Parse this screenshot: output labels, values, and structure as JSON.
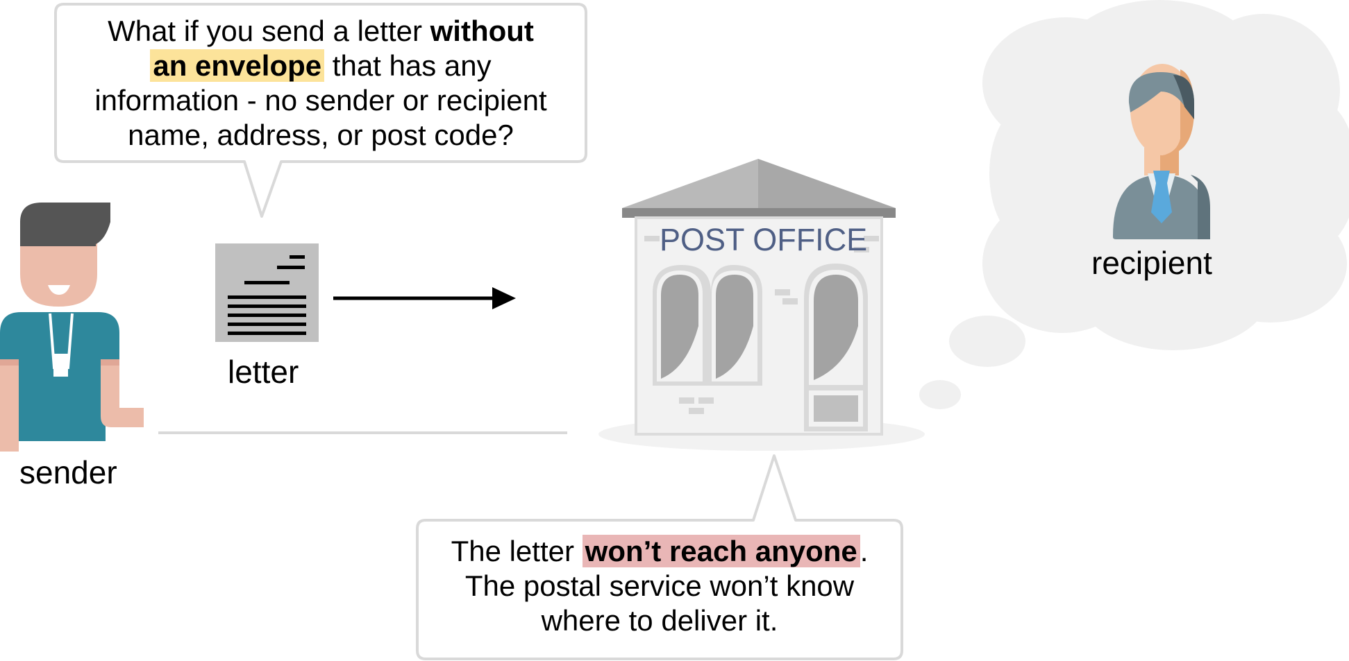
{
  "labels": {
    "sender": "sender",
    "letter": "letter",
    "recipient": "recipient",
    "post_office_sign": "POST OFFICE"
  },
  "top_bubble": {
    "part1": "What if you send a letter ",
    "bold1": "without",
    "highlight": "an envelope",
    "part2": " that has any",
    "line3": "information - no sender or recipient",
    "line4": "name, address, or post code?"
  },
  "bottom_bubble": {
    "part1": "The letter ",
    "highlight": "won’t reach anyone",
    "part2": ".",
    "line2": "The postal service won’t know",
    "line3": "where to deliver it."
  },
  "icons": [
    "sender-person-icon",
    "letter-icon",
    "arrow-icon",
    "post-office-icon",
    "thought-cloud-icon",
    "recipient-person-icon"
  ],
  "colors": {
    "highlight_yellow": "#fce39a",
    "highlight_pink": "#e9b6b6",
    "sender_shirt": "#2e889c",
    "skin": "#ecbcaa",
    "cloud": "#f0f0f0",
    "post_office_text": "#4f5f85"
  }
}
